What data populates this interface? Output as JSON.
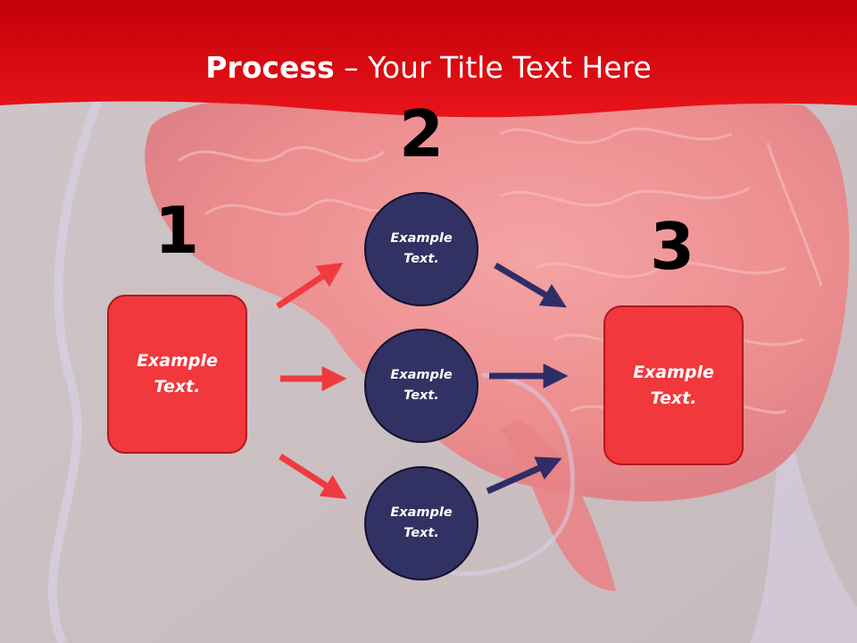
{
  "title": {
    "bold": "Process",
    "separator": " – ",
    "rest": "Your Title Text Here"
  },
  "steps": {
    "one": "1",
    "two": "2",
    "three": "3"
  },
  "boxes": {
    "left": "Example Text.",
    "right": "Example Text."
  },
  "circles": {
    "top": "Example Text.",
    "middle": "Example Text.",
    "bottom": "Example Text."
  },
  "colors": {
    "header_red": "#e30e12",
    "box_red": "#f1383c",
    "circle_navy": "#323163",
    "arrow_red": "#ef3b3f",
    "arrow_navy": "#2e2d66"
  }
}
